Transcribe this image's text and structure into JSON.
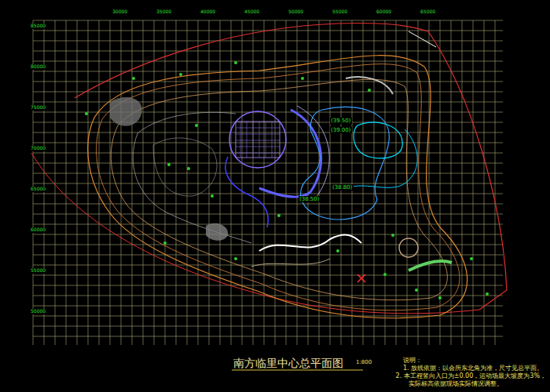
{
  "diagram": {
    "title": "南方临里中心总平面图",
    "labels": [
      "说明：",
      "1. 放线依据：以会所东北角为准，尺寸见总平面。",
      "2. 本工程竖向入口为±0.00，运动场最大坡度为3%，",
      "实际标高依据现场实际情况调整。",
      "1:800",
      "(38.80)",
      "(38.50)",
      "(39.50)",
      "(39.00)",
      "30000",
      "35000",
      "40000",
      "45000",
      "50000",
      "55000",
      "60000",
      "65000",
      "85000",
      "80000",
      "75000",
      "70000",
      "65000",
      "60000",
      "55000",
      "50000"
    ]
  }
}
